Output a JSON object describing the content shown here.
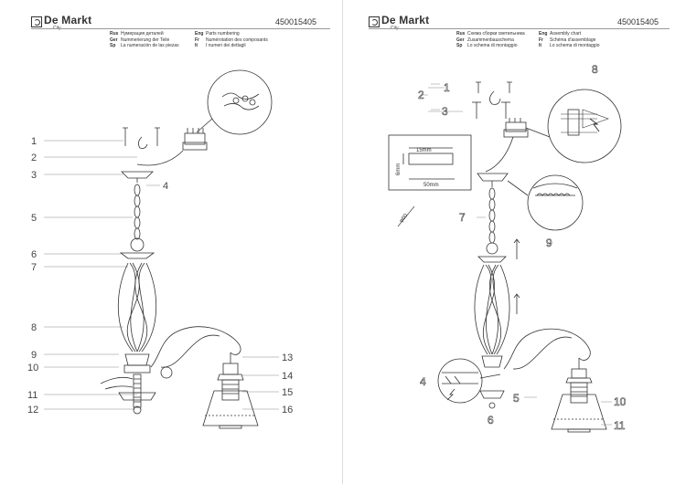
{
  "brand": {
    "name": "De Markt",
    "sub": "City"
  },
  "product_code": "450015405",
  "left_page": {
    "legend_col1": [
      {
        "lang": "Rus",
        "text": "Нумерация деталей"
      },
      {
        "lang": "Ger",
        "text": "Nummerierung der Teile"
      },
      {
        "lang": "Sp",
        "text": "La numeración de las piezas"
      }
    ],
    "legend_col2": [
      {
        "lang": "Eng",
        "text": "Parts numbering"
      },
      {
        "lang": "Fr",
        "text": "Numérotation des composants"
      },
      {
        "lang": "It",
        "text": "I numeri dei dettagli"
      }
    ],
    "part_numbers": [
      "1",
      "2",
      "3",
      "4",
      "5",
      "6",
      "7",
      "8",
      "9",
      "10",
      "11",
      "12",
      "13",
      "14",
      "15",
      "16"
    ]
  },
  "right_page": {
    "legend_col1": [
      {
        "lang": "Rus",
        "text": "Схема сборки светильника"
      },
      {
        "lang": "Ger",
        "text": "Zusammenbauschema"
      },
      {
        "lang": "Sp",
        "text": "Lo schema di montaggio"
      }
    ],
    "legend_col2": [
      {
        "lang": "Eng",
        "text": "Assembly chart"
      },
      {
        "lang": "Fr",
        "text": "Schéma d'assemblage"
      },
      {
        "lang": "It",
        "text": "Lo schema di montaggio"
      }
    ],
    "step_numbers": [
      "1",
      "2",
      "3",
      "4",
      "5",
      "6",
      "7",
      "8",
      "9",
      "10",
      "11"
    ],
    "dimensions": {
      "a": "15mm",
      "b": "6mm",
      "c": "50mm",
      "d": "φ60"
    }
  }
}
